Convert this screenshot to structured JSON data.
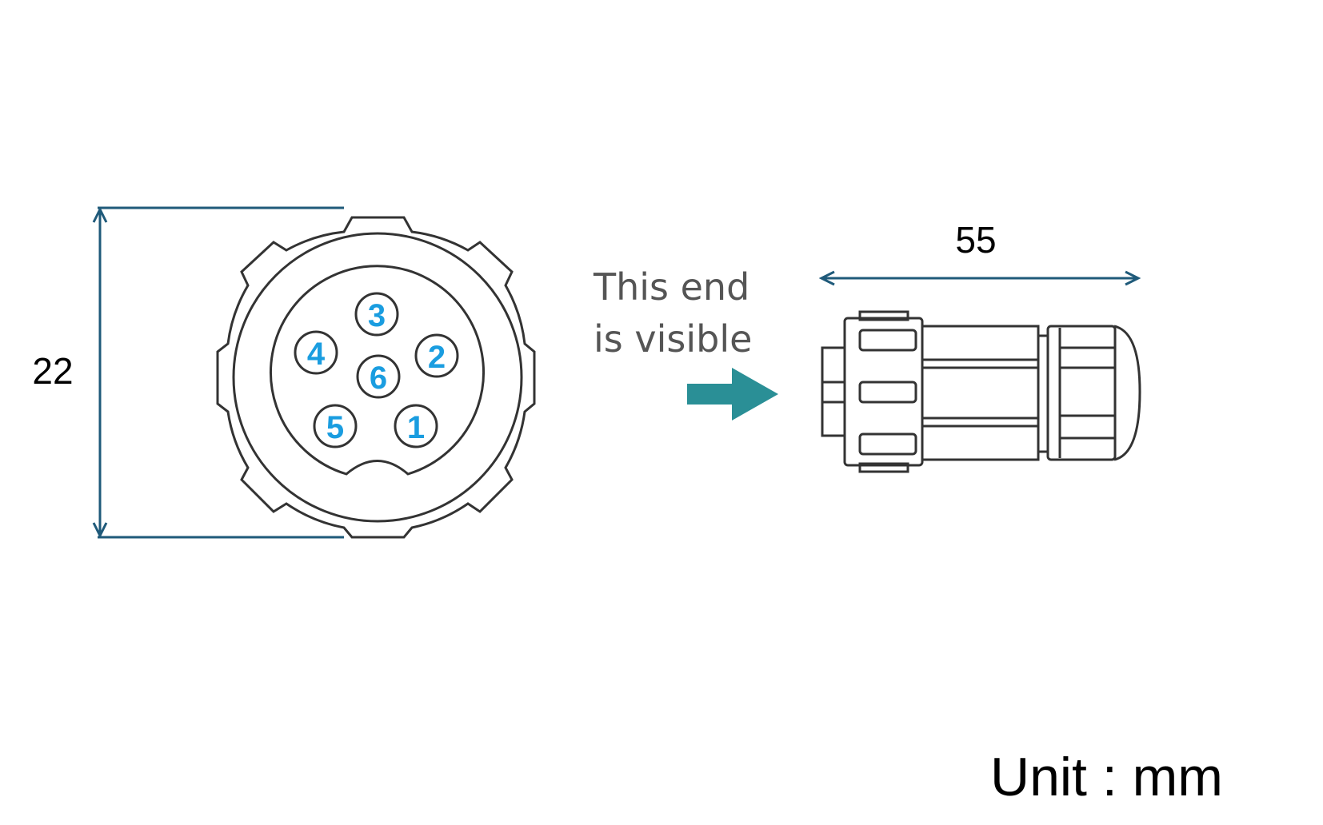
{
  "dimensions": {
    "diameter": "22",
    "length": "55"
  },
  "note": {
    "line1": "This end",
    "line2": "is visible"
  },
  "unit_label": "Unit : mm",
  "pins": [
    "1",
    "2",
    "3",
    "4",
    "5",
    "6"
  ],
  "colors": {
    "pin_text": "#1a9de0",
    "dimension_line": "#1f5a7a",
    "arrow": "#2a8f96"
  }
}
